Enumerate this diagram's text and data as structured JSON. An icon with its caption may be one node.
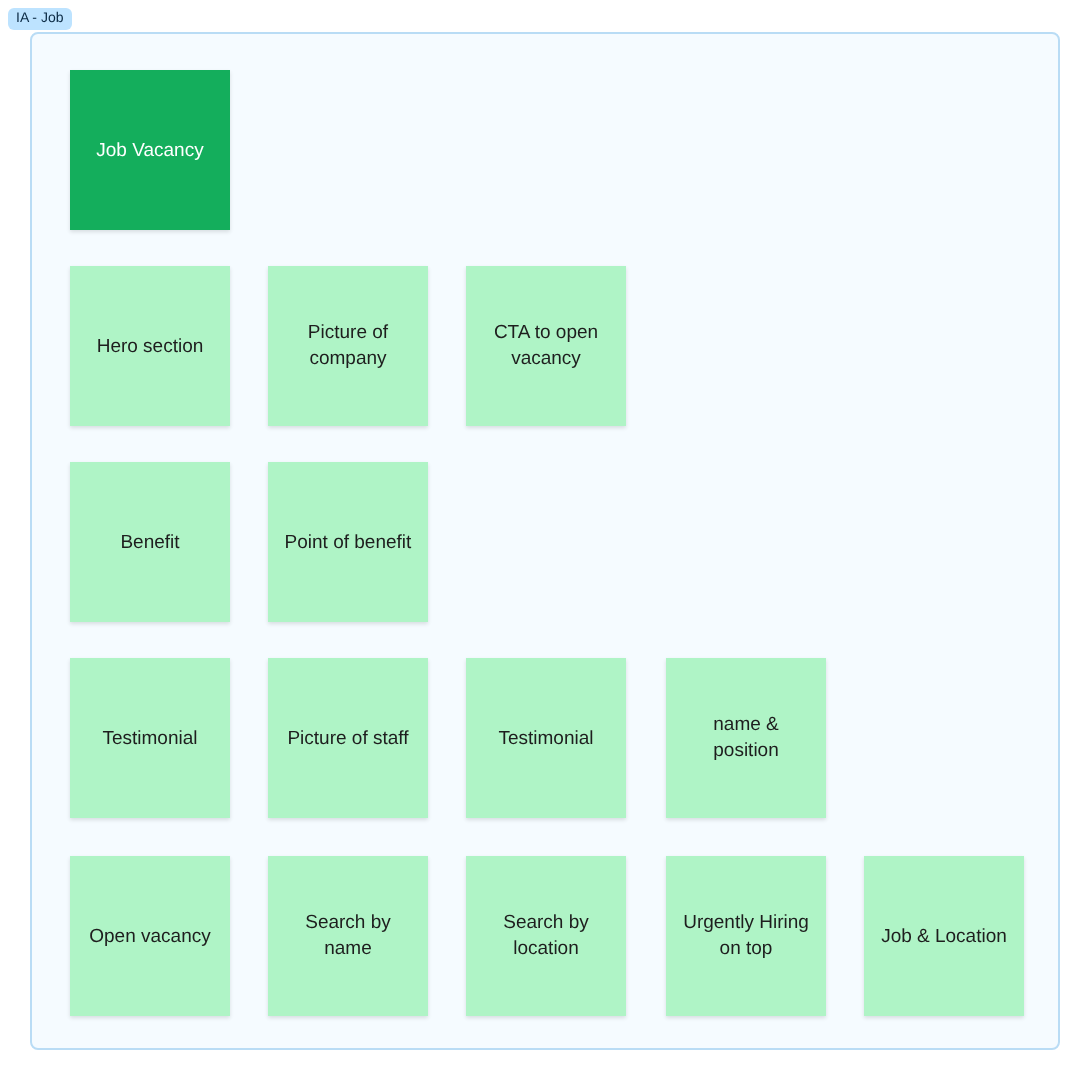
{
  "diagram": {
    "nodes": [
      {
        "text": [
          "IA - Job"
        ]
      },
      {
        "text": [
          "Job Vacancy"
        ],
        "in": 0
      },
      {
        "text": [
          "Hero section"
        ],
        "in": 0
      },
      {
        "text": [
          "Picture of company"
        ],
        "in": 0
      },
      {
        "text": [
          "CTA to open vacancy"
        ],
        "in": 0
      },
      {
        "text": [
          "Benefit"
        ],
        "in": 0
      },
      {
        "text": [
          "Point of benefit"
        ],
        "in": 0
      },
      {
        "text": [
          "Testimonial"
        ],
        "in": 0
      },
      {
        "text": [
          "Picture of staff"
        ],
        "in": 0
      },
      {
        "text": [
          "Testimonial"
        ],
        "in": 0
      },
      {
        "text": [
          "name & position"
        ],
        "in": 0
      },
      {
        "text": [
          "Open vacancy"
        ],
        "in": 0
      },
      {
        "text": [
          "Search by name"
        ],
        "in": 0
      },
      {
        "text": [
          "Search by location"
        ],
        "in": 0
      },
      {
        "text": [
          "Urgently Hiring on top"
        ],
        "in": 0
      },
      {
        "text": [
          "Job & Location"
        ],
        "in": 0
      }
    ]
  }
}
